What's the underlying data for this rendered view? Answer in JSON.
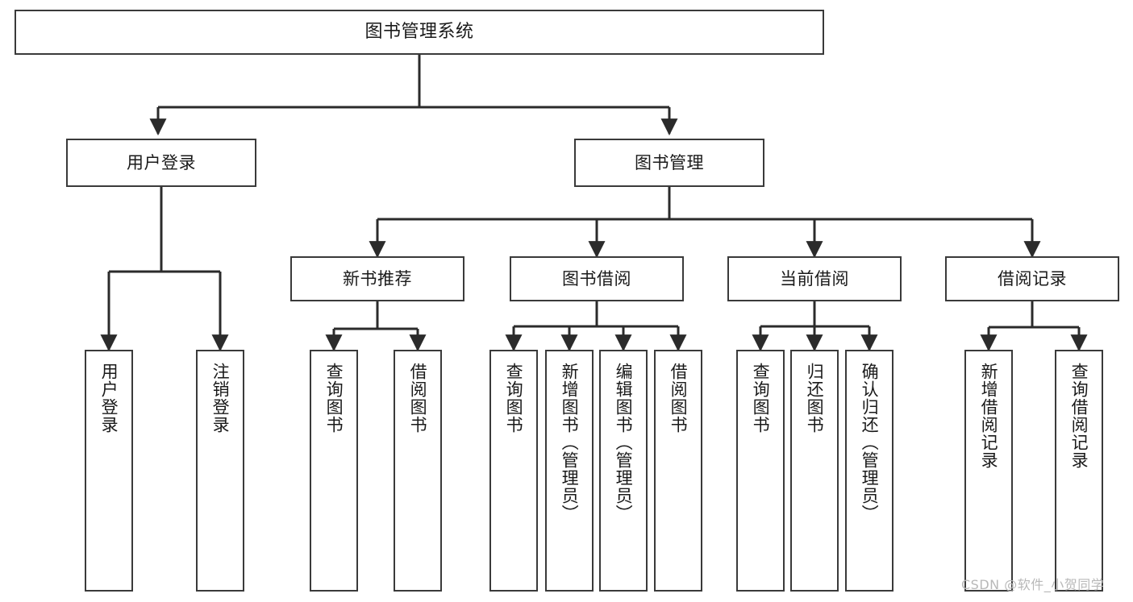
{
  "diagram": {
    "title": "图书管理系统",
    "type": "hierarchy-tree",
    "colors": {
      "box_border": "#3a3a3a",
      "box_fill": "#ffffff",
      "text": "#1a1a1a",
      "connector": "#2b2b2b",
      "watermark": "#b8b8b8"
    },
    "nodes": {
      "root": {
        "label": "图书管理系统"
      },
      "level1": [
        {
          "label": "用户登录"
        },
        {
          "label": "图书管理"
        }
      ],
      "level2": [
        {
          "label": "新书推荐"
        },
        {
          "label": "图书借阅"
        },
        {
          "label": "当前借阅"
        },
        {
          "label": "借阅记录"
        }
      ],
      "leaves_user_login": [
        {
          "label": "用户登录"
        },
        {
          "label": "注销登录"
        }
      ],
      "leaves_new_book": [
        {
          "label": "查询图书"
        },
        {
          "label": "借阅图书"
        }
      ],
      "leaves_borrow": [
        {
          "label": "查询图书"
        },
        {
          "label": "新增图书（管理员）"
        },
        {
          "label": "编辑图书（管理员）"
        },
        {
          "label": "借阅图书"
        }
      ],
      "leaves_current": [
        {
          "label": "查询图书"
        },
        {
          "label": "归还图书"
        },
        {
          "label": "确认归还（管理员）"
        }
      ],
      "leaves_records": [
        {
          "label": "新增借阅记录"
        },
        {
          "label": "查询借阅记录"
        }
      ]
    },
    "watermark": "CSDN @软件_小贺同学"
  }
}
